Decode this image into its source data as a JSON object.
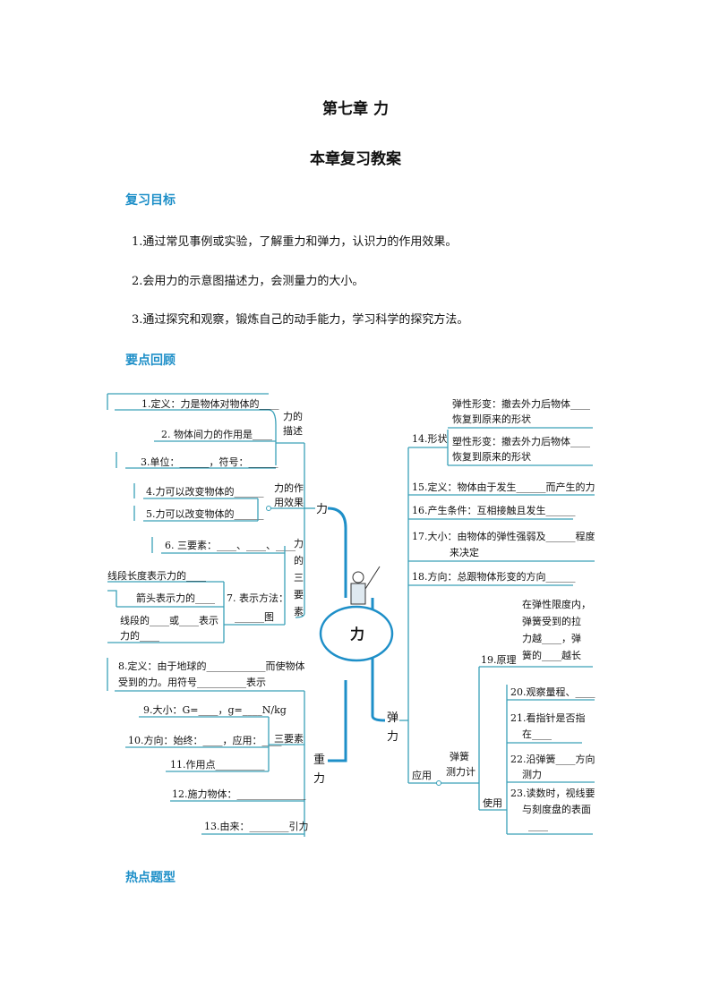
{
  "header": {
    "chapter_title": "第七章  力",
    "doc_title": "本章复习教案"
  },
  "sections": {
    "goals": "复习目标",
    "review": "要点回顾",
    "hot": "热点题型"
  },
  "goals": [
    "1.通过常见事例或实验，了解重力和弹力，认识力的作用效果。",
    "2.会用力的示意图描述力，会测量力的大小。",
    "3.通过探究和观察，锻炼自己的动手能力，学习科学的探究方法。"
  ],
  "mindmap": {
    "center": "力",
    "force": {
      "label": "力",
      "desc_group": "力的描述",
      "effect_group": "力的作用效果",
      "elements_group": "力的三要素",
      "items": {
        "def": "1.定义：力是物体对物体的____",
        "mutual": "2. 物体间力的作用是____",
        "unit": "3.单位：______，符号：______",
        "change1": "4.力可以改变物体的______",
        "change2": "5.力可以改变物体的______",
        "three": "6. 三要素：____、____、____",
        "rep": "7. 表示方法：",
        "rep_blank": "______图",
        "rep_a": "线段长度表示力的____",
        "rep_b": "箭头表示力的____",
        "rep_c1": "线段的____或____表示",
        "rep_c2": "力的____"
      }
    },
    "gravity": {
      "label": "重力",
      "three_label": "三要素",
      "def1": "8.定义：由于地球的____________而使物体",
      "def2": "受到的力。用符号__________表示",
      "size": "9.大小：G=____，g=____N/kg",
      "dir": "10.方向：始终：____，应用：____",
      "point": "11.作用点__________",
      "body": "12.施力物体：______________",
      "origin": "13.由来：________引力"
    },
    "elastic": {
      "label": "弹力",
      "shape_group": "14.形状",
      "elastic_def1": "弹性形变：撤去外力后物体____",
      "elastic_def2": "恢复到原来的形状",
      "plastic_def1": "塑性形变：撤去外力后物体____",
      "plastic_def2": "恢复到原来的形状",
      "def": "15.定义：物体由于发生______而产生的力",
      "cond": "16.产生条件：互相接触且发生______",
      "size1": "17.大小：由物体的弹性强弱及______程度",
      "size2": "来决定",
      "dir": "18.方向：总跟物体形变的方向______",
      "app": "应用",
      "meter": "弹簧测力计",
      "principle_label": "19.原理",
      "principle": [
        "在弹性限度内，",
        "弹簧受到的拉",
        "力越____，弹",
        "簧的____越长"
      ],
      "use_label": "使用",
      "use20": "20.观察量程、____",
      "use21a": "21.看指针是否指",
      "use21b": "在____",
      "use22a": "22.沿弹簧____方向",
      "use22b": "测力",
      "use23a": "23.读数时，视线要",
      "use23b": "与刻度盘的表面",
      "use23c": "____"
    }
  },
  "colors": {
    "accent": "#1e8fc8",
    "line": "#3aa0b8"
  }
}
